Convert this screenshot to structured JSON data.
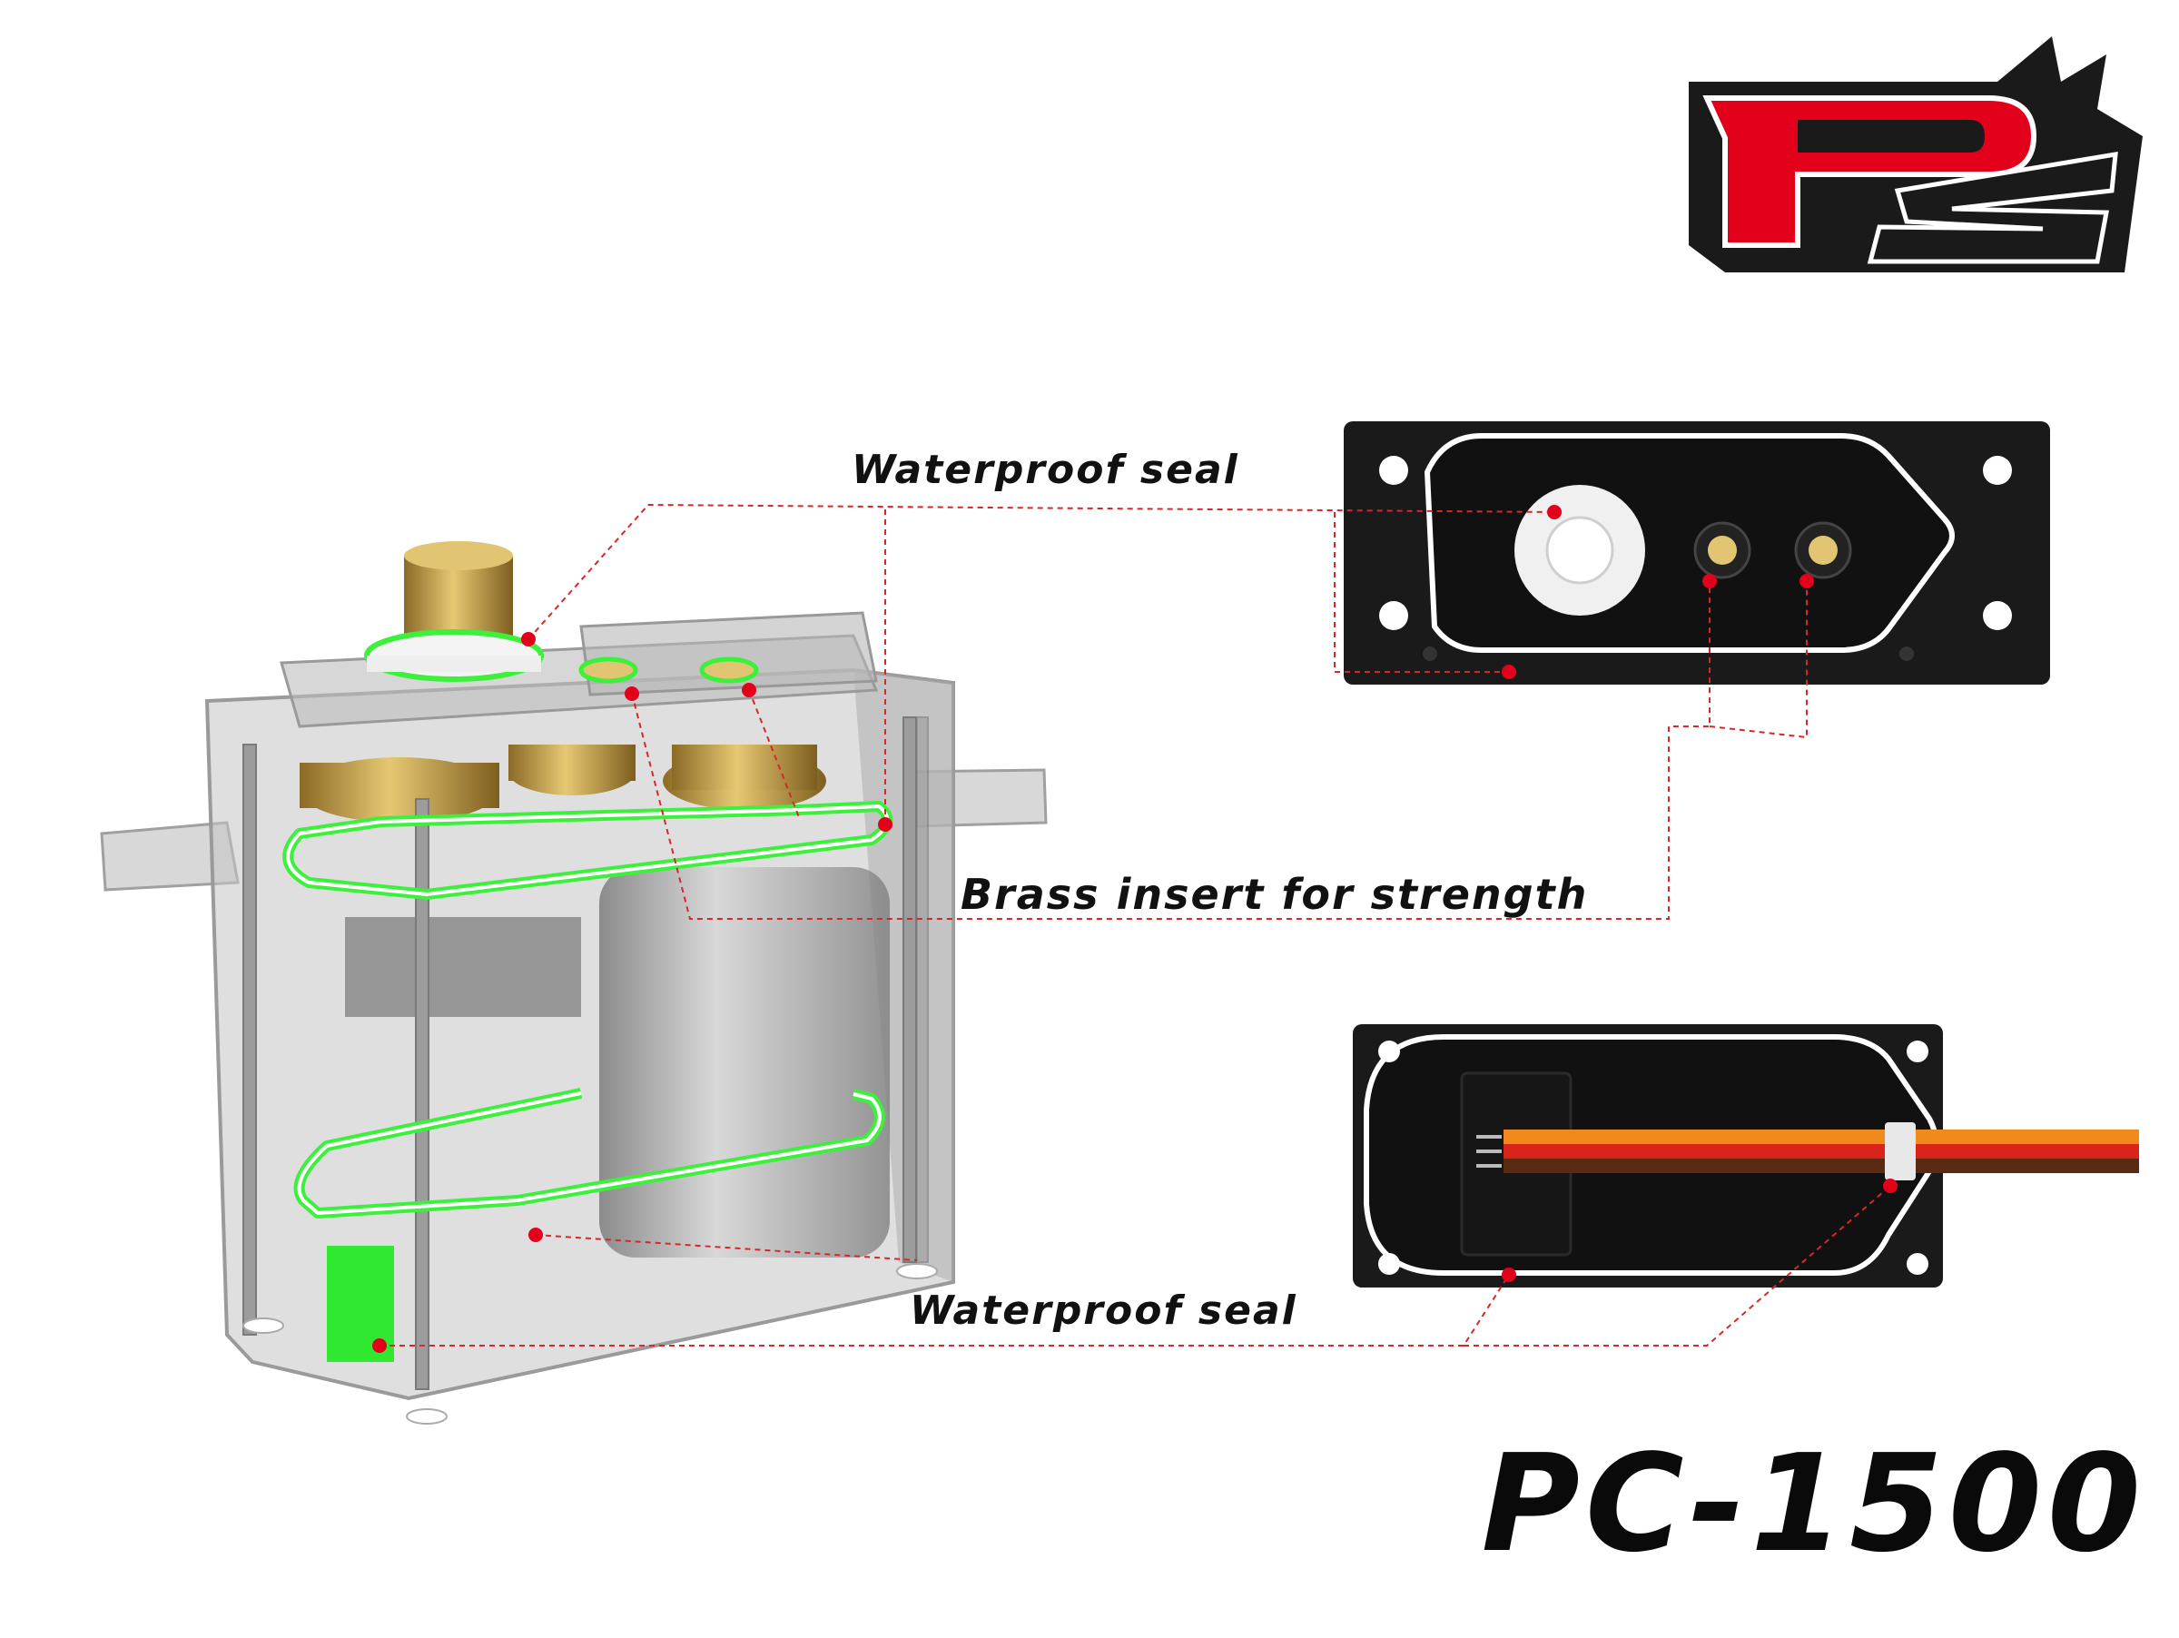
{
  "brand": {
    "logo_letters": "PS"
  },
  "callouts": {
    "top_seal": "Waterproof seal",
    "brass": "Brass insert for strength",
    "bottom_seal": "Waterproof seal"
  },
  "model": "PC-1500",
  "colors": {
    "accent_red": "#e3001b",
    "seal_green": "#3cf03c",
    "brass": "#c9a24a",
    "case_gray": "#b8b8b8",
    "dark_case": "#1a1a1a",
    "wire_orange": "#f08a1c",
    "wire_red": "#d9241c",
    "wire_brown": "#5a2a12"
  }
}
